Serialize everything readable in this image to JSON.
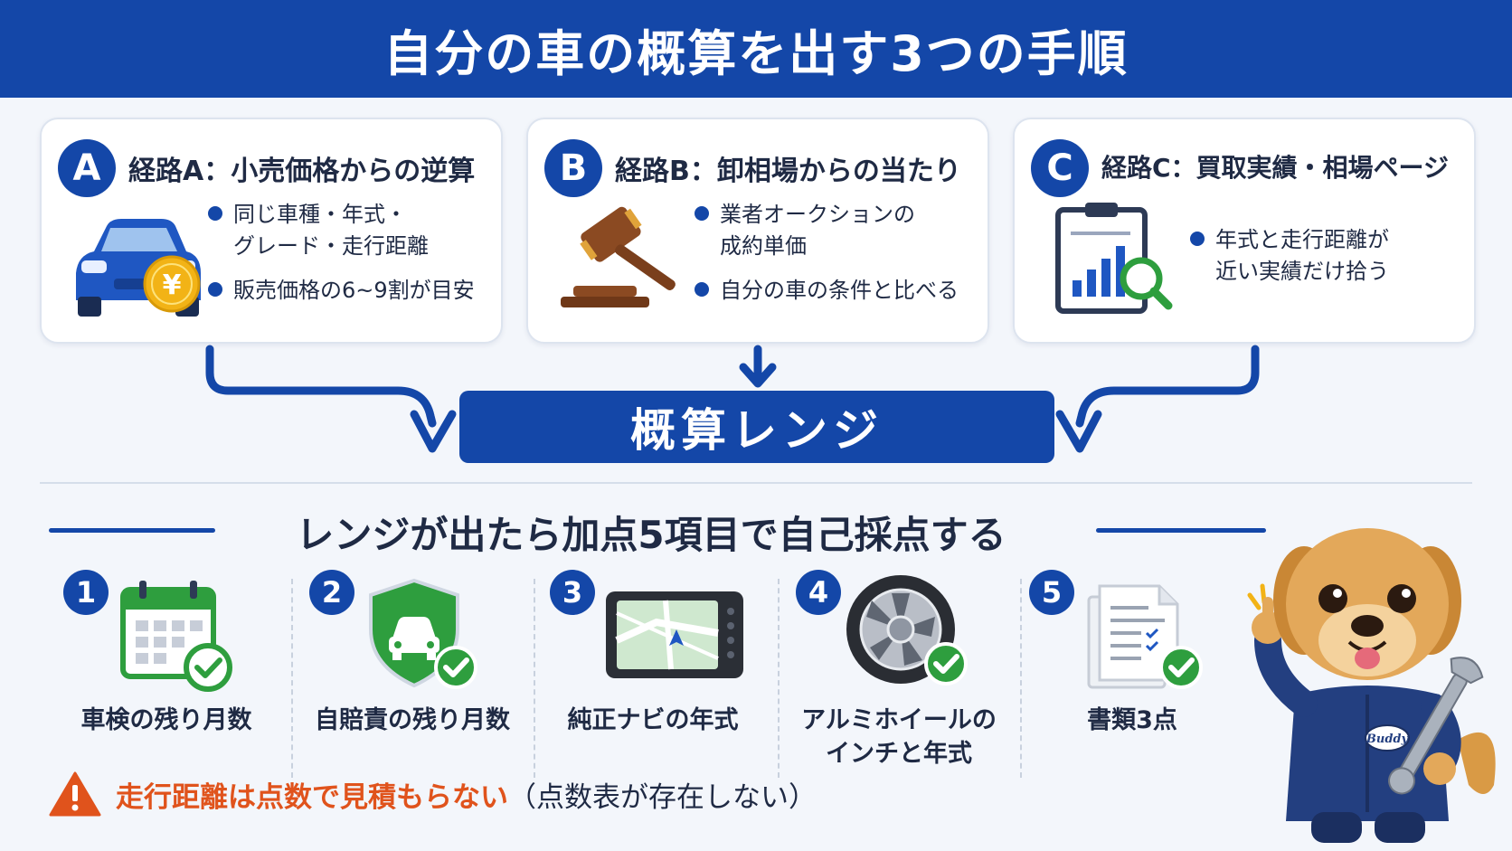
{
  "header": {
    "title": "自分の車の概算を出す3つの手順"
  },
  "routes": [
    {
      "letter": "A",
      "title": "経路A：小売価格からの逆算",
      "bullets": [
        "同じ車種・年式・\nグレード・走行距離",
        "販売価格の6~9割が目安"
      ],
      "icon": "car-with-yen-coin-icon"
    },
    {
      "letter": "B",
      "title": "経路B：卸相場からの当たり",
      "bullets": [
        "業者オークションの\n成約単価",
        "自分の車の条件と比べる"
      ],
      "icon": "gavel-icon"
    },
    {
      "letter": "C",
      "title": "経路C：買取実績・相場ページ",
      "bullets": [
        "年式と走行距離が\n近い実績だけ拾う"
      ],
      "icon": "clipboard-chart-magnifier-icon"
    }
  ],
  "range": {
    "label": "概算レンジ"
  },
  "section": {
    "title": "レンジが出たら加点5項目で自己採点する"
  },
  "items": [
    {
      "num": "1",
      "label": "車検の残り月数",
      "icon": "calendar-check-icon"
    },
    {
      "num": "2",
      "label": "自賠責の残り月数",
      "icon": "shield-car-check-icon"
    },
    {
      "num": "3",
      "label": "純正ナビの年式",
      "icon": "car-navigation-icon"
    },
    {
      "num": "4",
      "label": "アルミホイールの\nインチと年式",
      "icon": "alloy-wheel-check-icon"
    },
    {
      "num": "5",
      "label": "書類3点",
      "icon": "documents-check-icon"
    }
  ],
  "warning": {
    "main": "走行距離は点数で見積もらない",
    "sub": "（点数表が存在しない）",
    "icon": "warning-triangle-icon"
  },
  "mascot": {
    "badge": "Buddy",
    "icon": "dog-mechanic-mascot-icon"
  },
  "colors": {
    "primary": "#1447a8",
    "warning": "#e0531c",
    "check": "#2e9e3e",
    "coin": "#f2b316"
  }
}
